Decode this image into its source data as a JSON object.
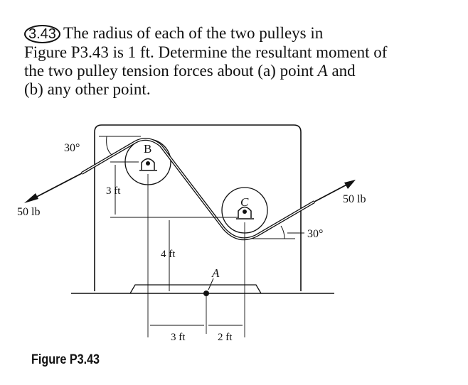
{
  "problem": {
    "number": "3.43",
    "line1": "The radius of each of the two pulleys in",
    "line2": "Figure P3.43 is 1 ft. Determine the resultant moment of",
    "line3a": "the two pulley tension forces about (a) point ",
    "line3_point": "A",
    "line3b": " and",
    "line4": "(b) any other point."
  },
  "figure": {
    "caption": "Figure P3.43",
    "labels": {
      "pulley_b": "B",
      "pulley_c": "C",
      "point_a": "A",
      "force_left": "50 lb",
      "force_right": "50 lb",
      "angle_left": "30°",
      "angle_right": "30°",
      "dim_3ft_vertical": "3 ft",
      "dim_4ft_vertical": "4 ft",
      "dim_3ft_horizontal": "3 ft",
      "dim_2ft_horizontal": "2 ft"
    },
    "given": {
      "pulley_radius": "1 ft",
      "tension": "50 lb",
      "angle": "30°"
    }
  }
}
